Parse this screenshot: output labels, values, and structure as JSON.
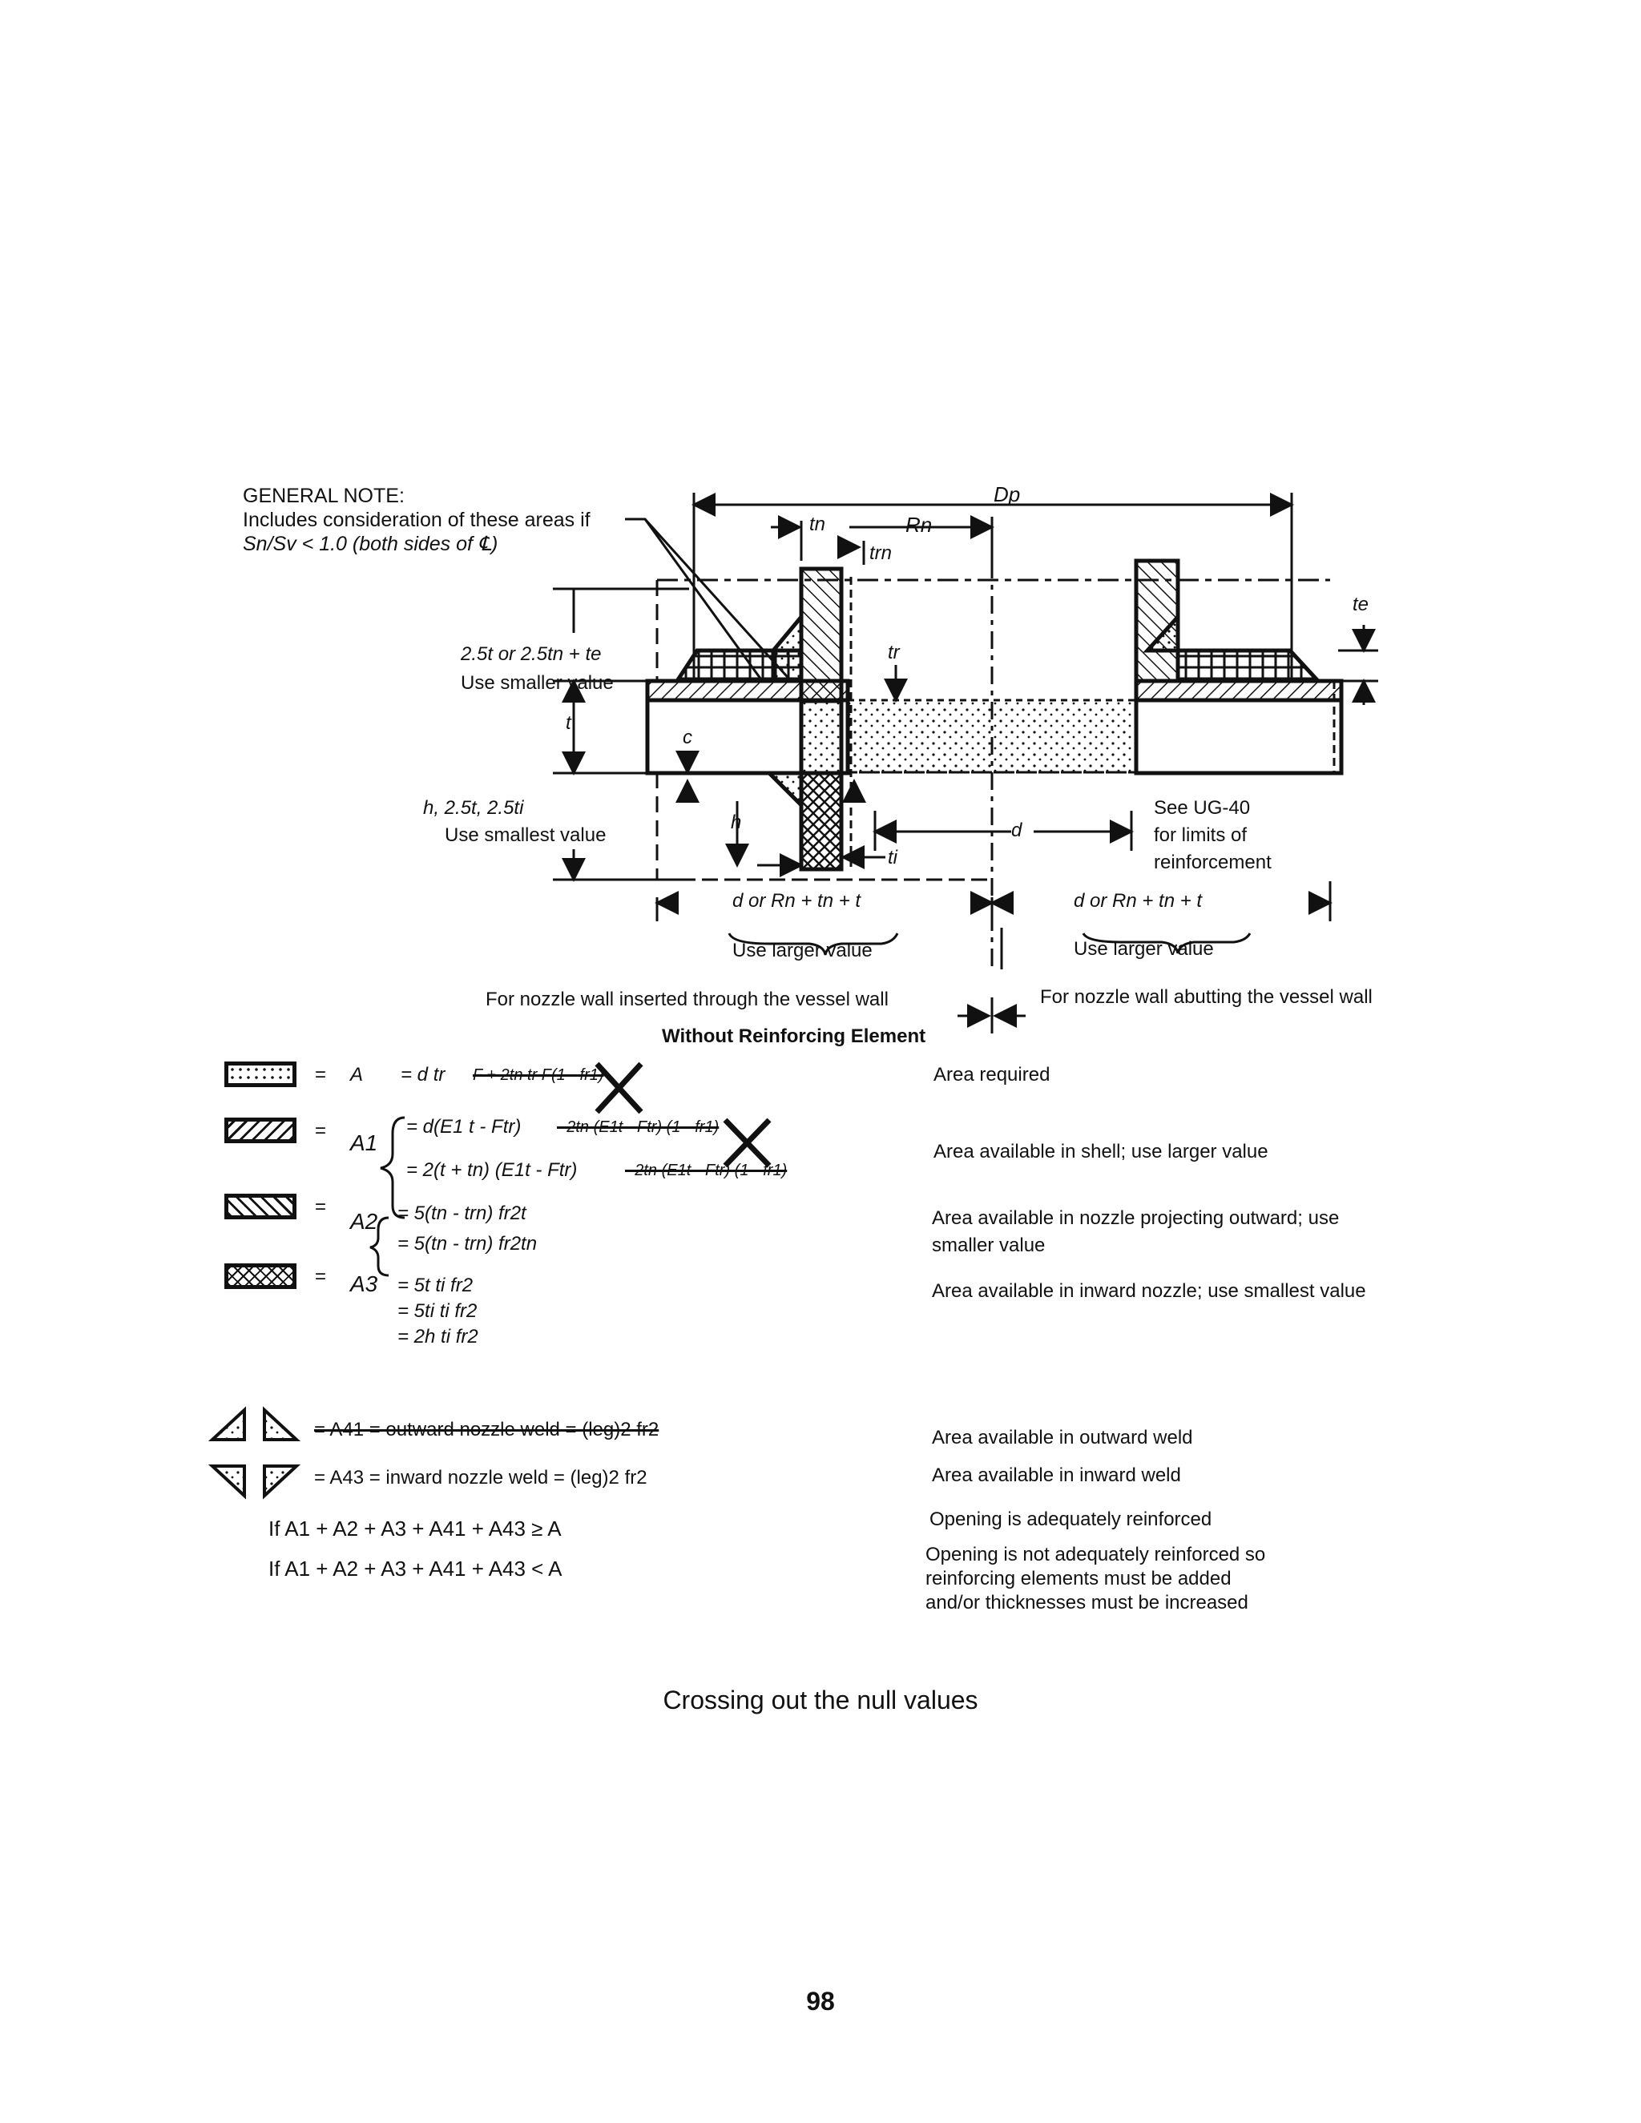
{
  "general_note": {
    "heading": "GENERAL NOTE:",
    "line1": "Includes consideration of these areas if",
    "line2": "Sn/Sv < 1.0 (both sides of ℄)"
  },
  "dim_labels": {
    "Dp": "Dp",
    "tn": "tn",
    "Rn": "Rn",
    "trn": "trn",
    "tr": "tr",
    "te": "te",
    "t": "t",
    "c": "c",
    "h": "h",
    "ti": "ti",
    "d": "d"
  },
  "left_notes": {
    "limit1": "2.5t or 2.5tn + te",
    "limit1_sub": "Use smaller value",
    "limit2": "h, 2.5t, 2.5ti",
    "limit2_sub": "Use smallest value"
  },
  "right_notes": {
    "ug40_1": "See UG-40",
    "ug40_2": "for limits of",
    "ug40_3": "reinforcement"
  },
  "bottom_dims": {
    "left": "d or Rn + tn + t",
    "left_sub": "Use larger value",
    "right": "d or Rn + tn + t",
    "right_sub": "Use larger value",
    "inserted": "For nozzle wall inserted through the vessel wall",
    "abutting": "For nozzle wall abutting the vessel wall"
  },
  "section_title": "Without Reinforcing Element",
  "equations": {
    "A": {
      "sym": "A",
      "f1": "= d tr",
      "f1_struck": "F + 2tn tr F(1 - fr1)",
      "desc": "Area required"
    },
    "A1": {
      "sym": "A1",
      "f1": "= d(E1 t - Ftr)",
      "f1_struck": "- 2tn (E1t - Ftr) (1 - fr1)",
      "f2": "= 2(t + tn) (E1t - Ftr)",
      "f2_struck": "- 2tn (E1t - Ftr) (1 - fr1)",
      "desc": "Area available in shell; use larger value"
    },
    "A2": {
      "sym": "A2",
      "f1": "= 5(tn - trn) fr2t",
      "f2": "= 5(tn - trn) fr2tn",
      "desc1": "Area available in nozzle projecting outward; use",
      "desc2": "smaller value"
    },
    "A3": {
      "sym": "A3",
      "f1": "= 5t ti fr2",
      "f2": "= 5ti ti fr2",
      "f3": "= 2h ti fr2",
      "desc": "Area available in inward nozzle; use smallest value"
    },
    "A41": {
      "struck": "= A41 = outward nozzle weld = (leg)2 fr2",
      "desc": "Area available in outward weld"
    },
    "A43": {
      "f": "= A43 = inward nozzle weld = (leg)2 fr2",
      "desc": "Area available in inward weld"
    },
    "cond1": {
      "f": "If A1 + A2 + A3 + A41 + A43 ≥ A",
      "desc": "Opening is adequately reinforced"
    },
    "cond2": {
      "f": "If A1 + A2 + A3 + A41 + A43 < A",
      "desc1": "Opening is not adequately reinforced so",
      "desc2": "reinforcing elements must be added",
      "desc3": "and/or thicknesses must be increased"
    }
  },
  "equals": "=",
  "caption": "Crossing out the null values",
  "page_number": "98"
}
